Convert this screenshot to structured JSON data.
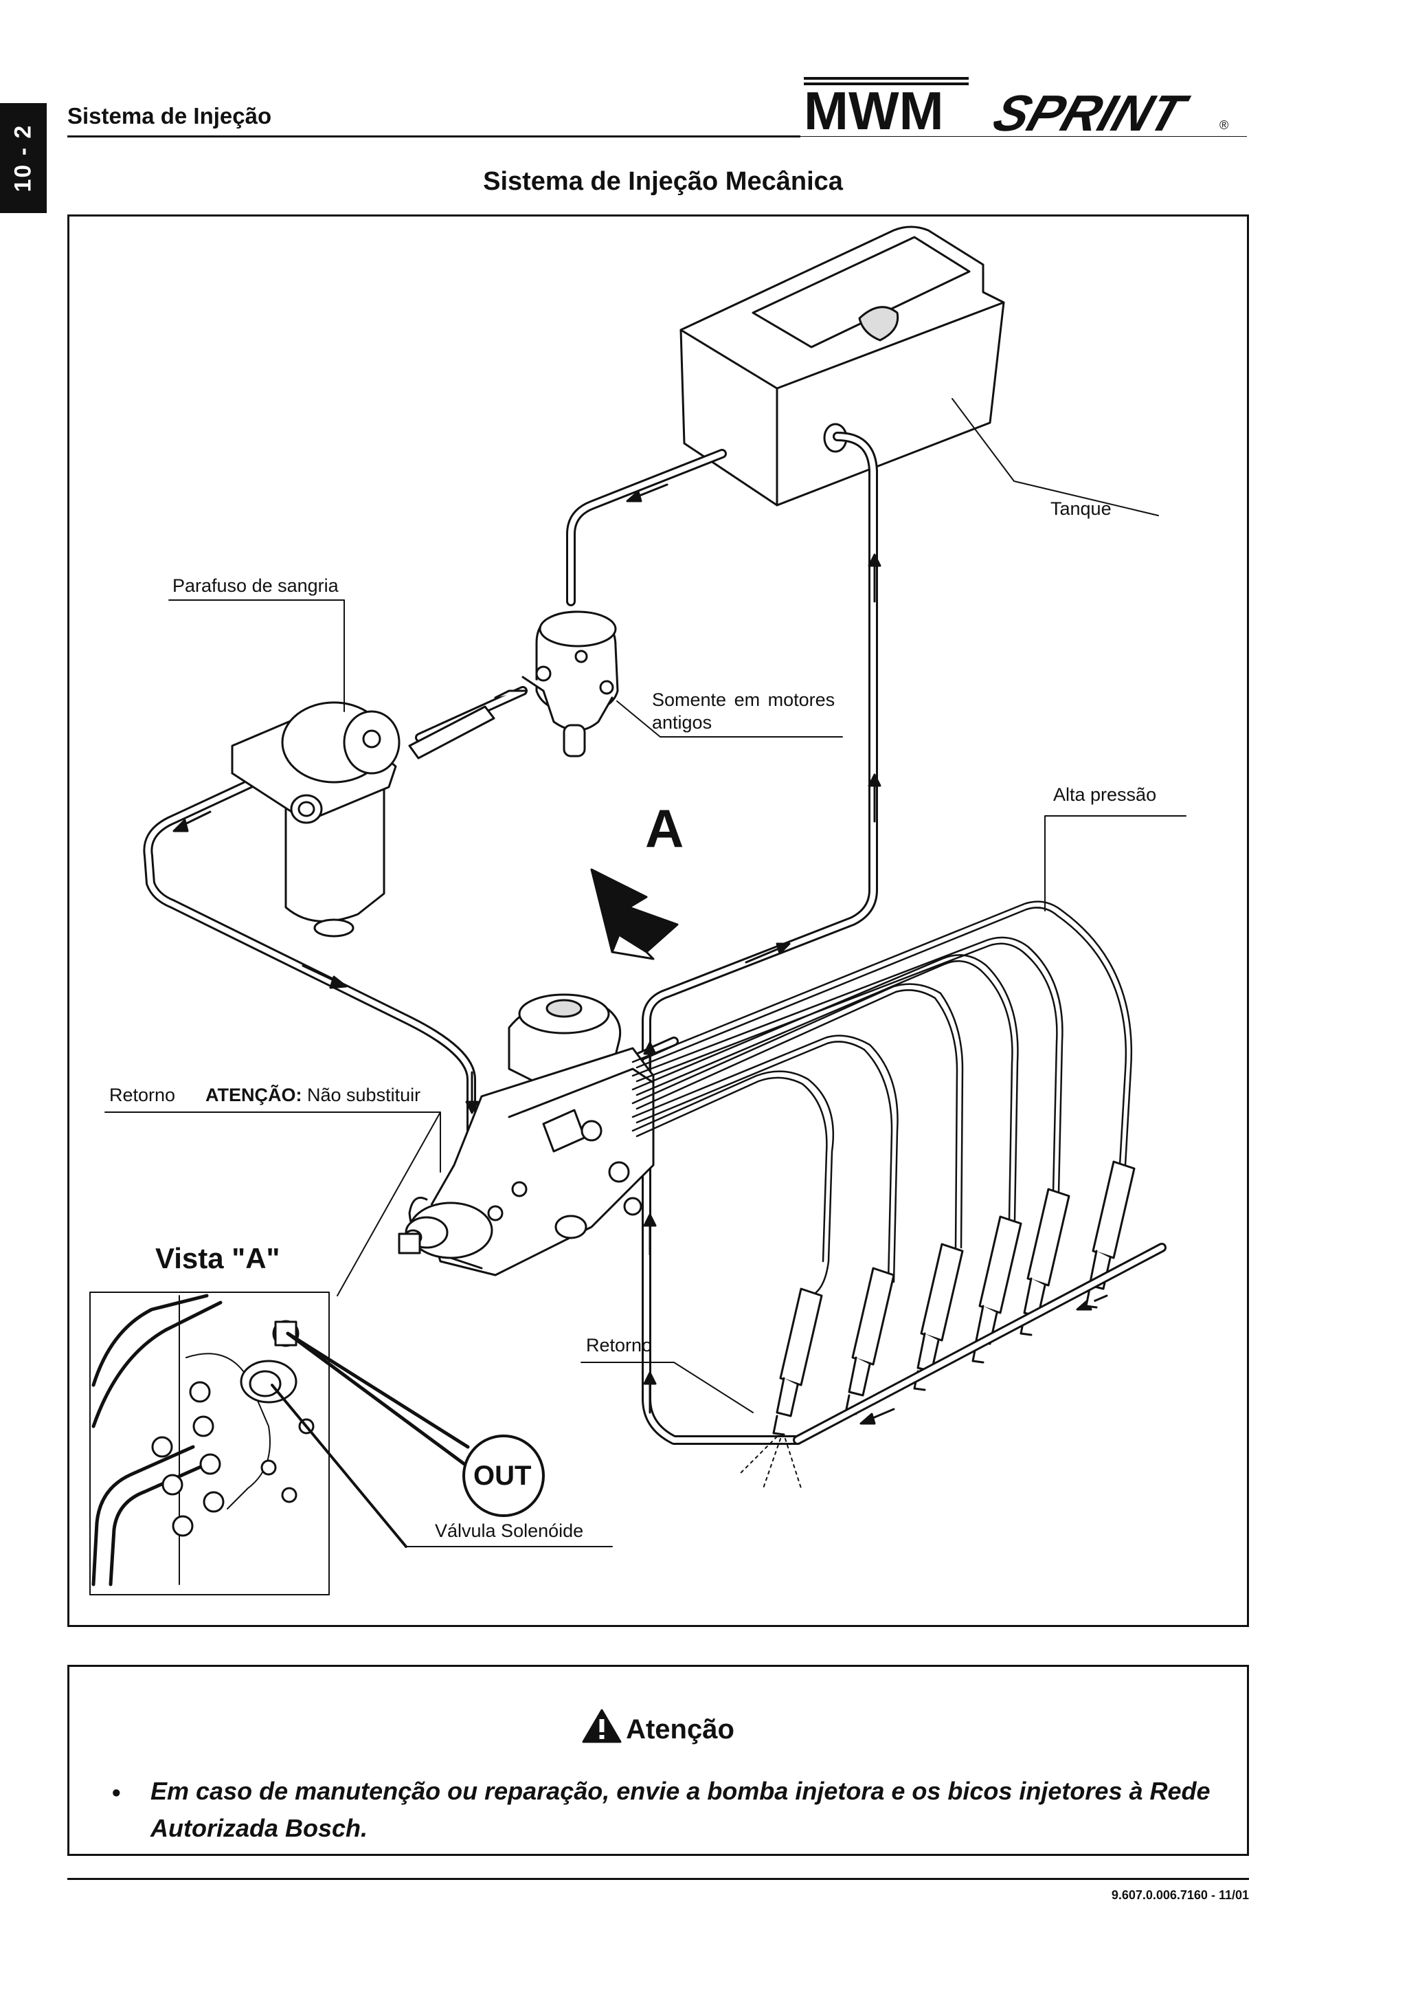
{
  "header": {
    "section_tab": "10 - 2",
    "section_title": "Sistema de Injeção",
    "logo_text_1": "MWM",
    "logo_text_2": "SPRINT",
    "logo_mark": "®"
  },
  "page_title": "Sistema de Injeção Mecânica",
  "diagram": {
    "labels": {
      "tank": "Tanque",
      "bleed_screw": "Parafuso de sangria",
      "old_engines": "Somente em motores antigos",
      "high_pressure": "Alta pressão",
      "view_marker": "A",
      "return_left": "Retorno",
      "attention_prefix": "ATENÇÃO:",
      "attention_text": "Não substituir",
      "view_title": "Vista \"A\"",
      "return_right": "Retorno",
      "out": "OUT",
      "solenoid_valve": "Válvula Solenóide"
    }
  },
  "notice": {
    "title": "Atenção",
    "bullet": "•",
    "text": "Em caso de manutenção ou reparação, envie a bomba injetora e os bicos injetores à Rede Autorizada Bosch."
  },
  "footer": {
    "doc_code": "9.607.0.006.7160 - 11/01"
  }
}
